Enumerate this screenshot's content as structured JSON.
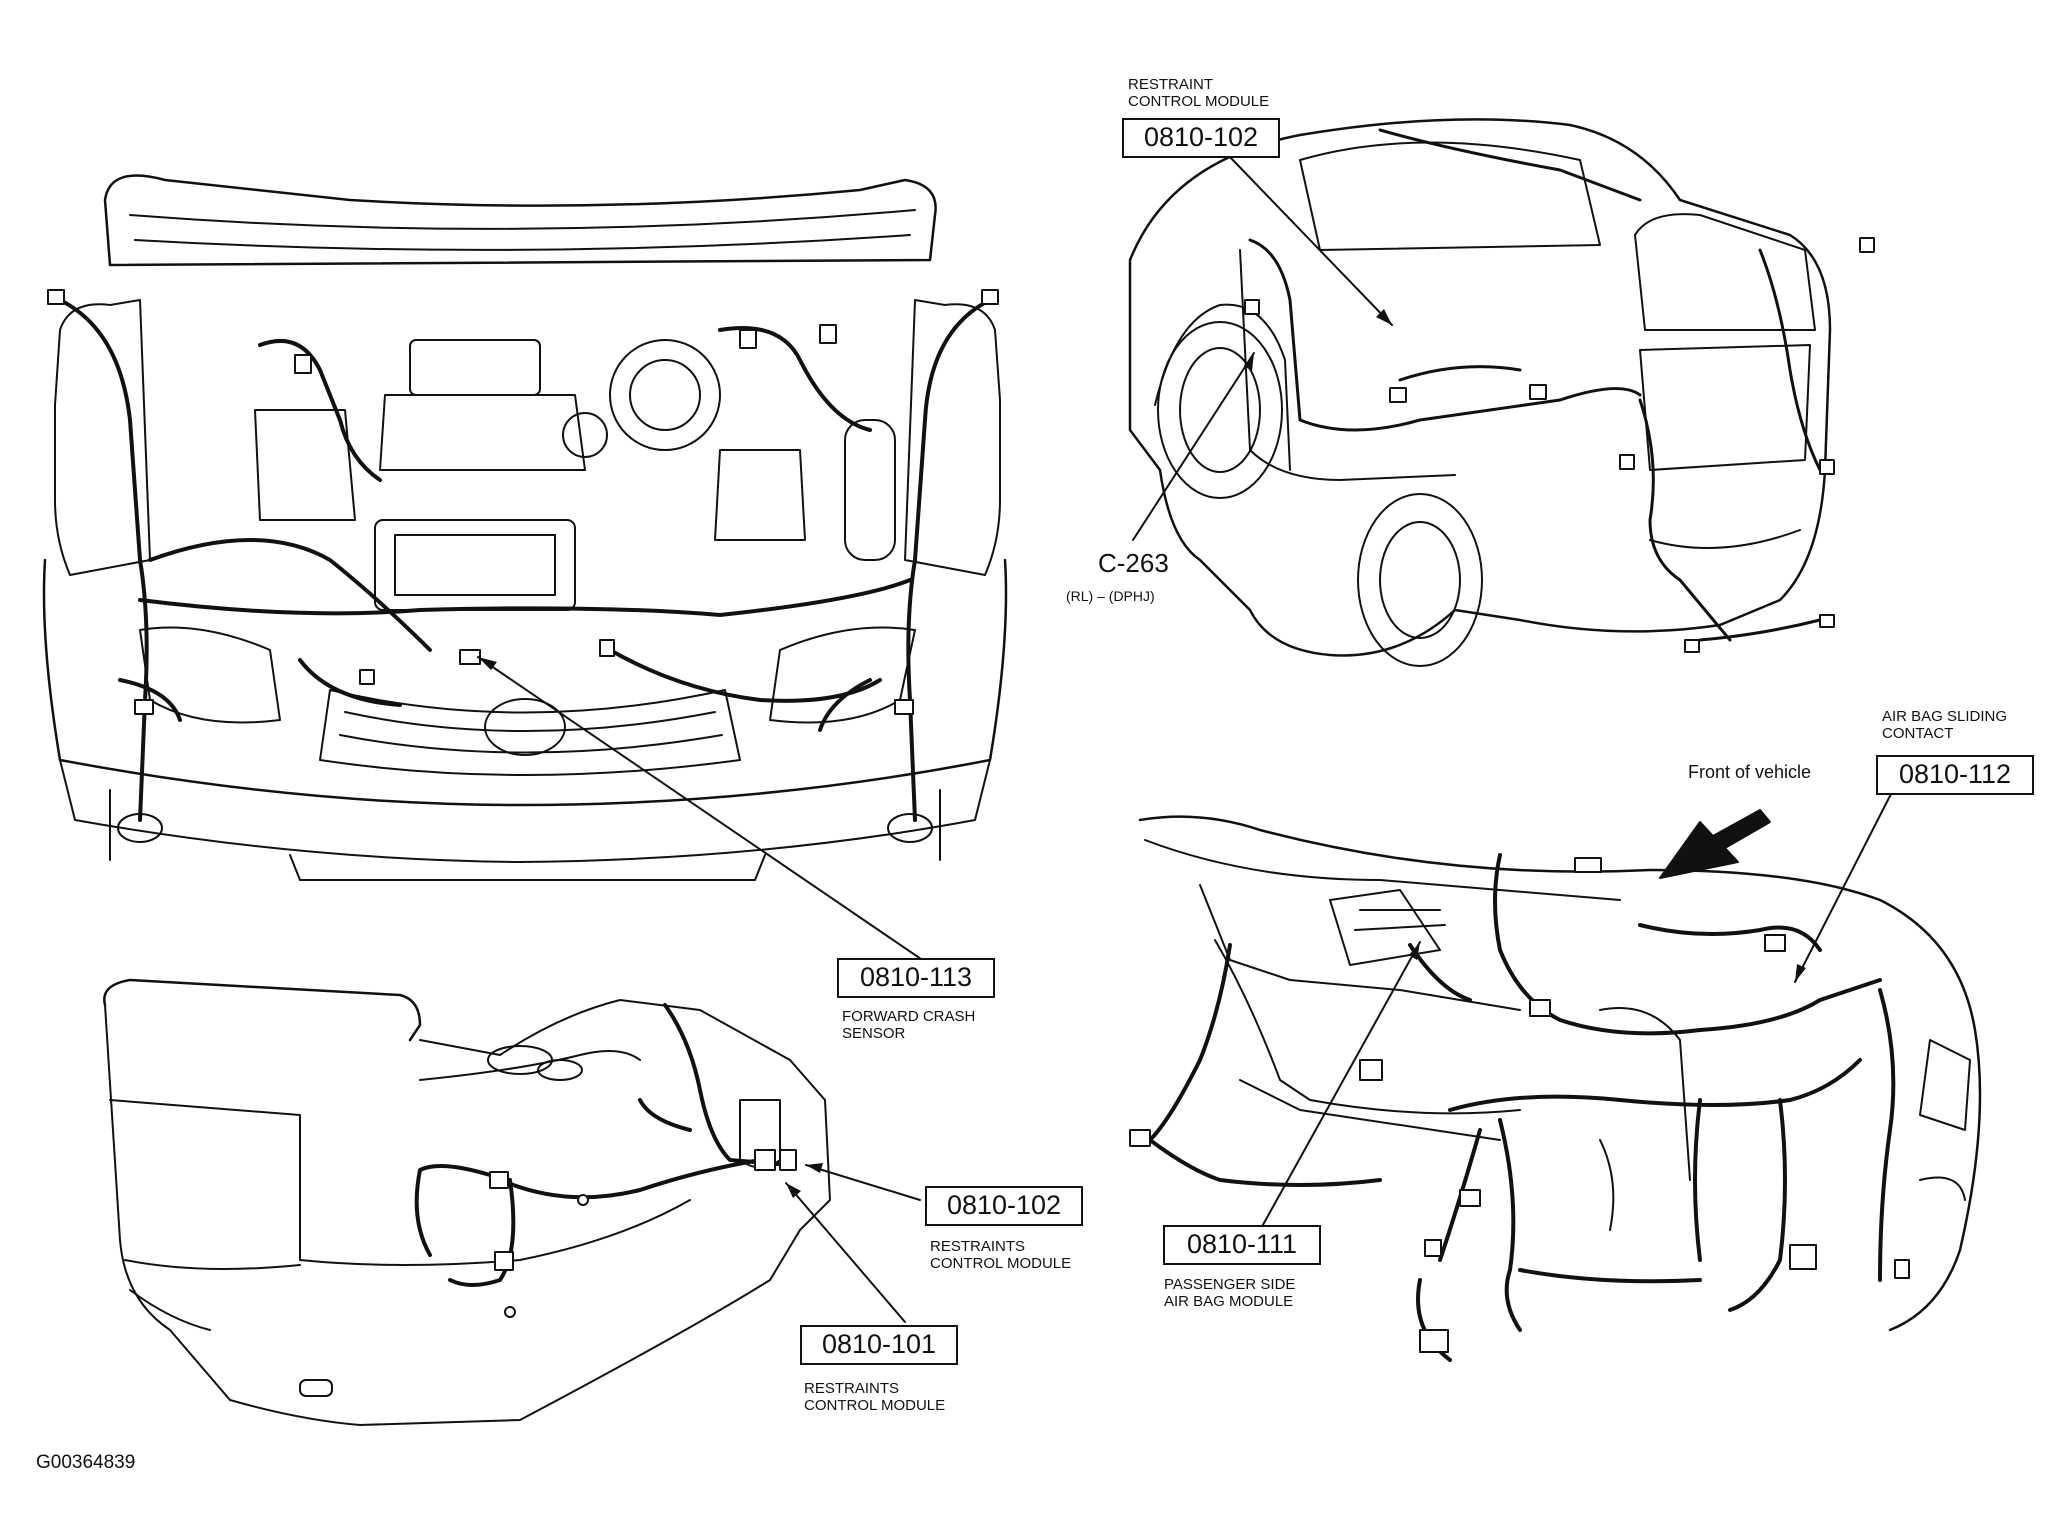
{
  "figure_id": "G00364839",
  "direction_note": "Front of vehicle",
  "callouts": {
    "rcm_top": {
      "code": "0810-102",
      "label": "RESTRAINT\nCONTROL MODULE"
    },
    "connector": {
      "code": "C-263",
      "sub": "(RL) – (DPHJ)"
    },
    "crash_sensor": {
      "code": "0810-113",
      "label": "FORWARD CRASH\nSENSOR"
    },
    "rcm_console_a": {
      "code": "0810-102",
      "label": "RESTRAINTS\nCONTROL MODULE"
    },
    "rcm_console_b": {
      "code": "0810-101",
      "label": "RESTRAINTS\nCONTROL MODULE"
    },
    "sliding_contact": {
      "code": "0810-112",
      "label": "AIR BAG SLIDING\nCONTACT"
    },
    "passenger_airbag": {
      "code": "0810-111",
      "label": "PASSENGER SIDE\nAIR BAG MODULE"
    }
  }
}
